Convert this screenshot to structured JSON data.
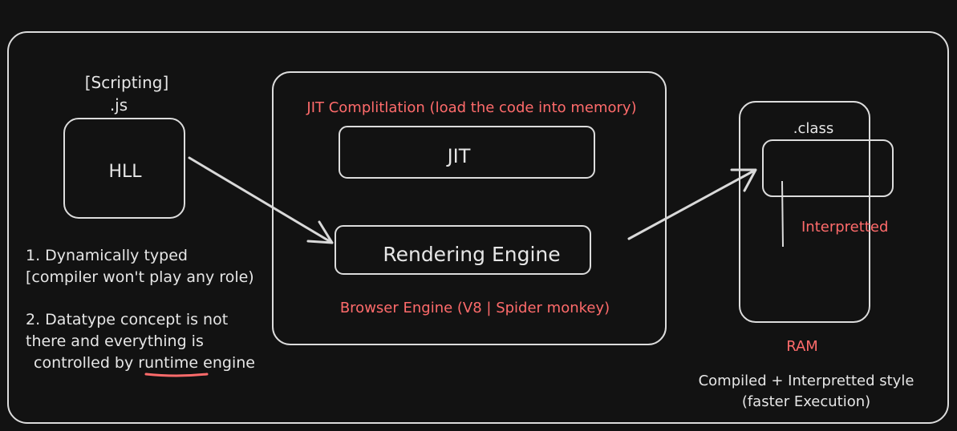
{
  "colors": {
    "background": "#121212",
    "stroke": "#dcdcdc",
    "text": "#e6e6e6",
    "accent": "#ff6b6b"
  },
  "hll": {
    "tag": "[Scripting]",
    "ext": ".js",
    "label": "HLL"
  },
  "notes": {
    "line1": "1. Dynamically typed",
    "line2": "[compiler won't play any role)",
    "line3": "2. Datatype concept is not",
    "line4": "there and everything is",
    "line5_prefix": "controlled by",
    "line5_keyword": "runtime",
    "line5_suffix": "engine"
  },
  "browser": {
    "jit_caption": "JIT Complitlation (load the code into memory)",
    "jit_label": "JIT",
    "rendering_label": "Rendering Engine",
    "engine_caption": "Browser Engine (V8 | Spider monkey)"
  },
  "ram": {
    "class_label": ".class",
    "interpreted_label": "Interpretted",
    "caption": "RAM"
  },
  "footer": {
    "line1": "Compiled + Interpretted style",
    "line2": "(faster Execution)"
  }
}
